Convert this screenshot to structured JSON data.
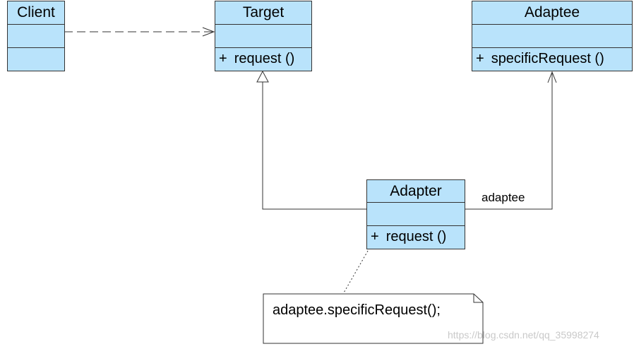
{
  "classes": {
    "client": {
      "name": "Client"
    },
    "target": {
      "name": "Target",
      "operation": "request ()",
      "visibility": "+"
    },
    "adaptee": {
      "name": "Adaptee",
      "operation": "specificRequest ()",
      "visibility": "+"
    },
    "adapter": {
      "name": "Adapter",
      "operation": "request ()",
      "visibility": "+"
    }
  },
  "association_label": "adaptee",
  "note": {
    "text": "adaptee.specificRequest();"
  },
  "watermark": "https://blog.csdn.net/qq_35998274",
  "colors": {
    "class_fill": "#b9e3fb",
    "border": "#333333",
    "note_fill": "#ffffff"
  }
}
